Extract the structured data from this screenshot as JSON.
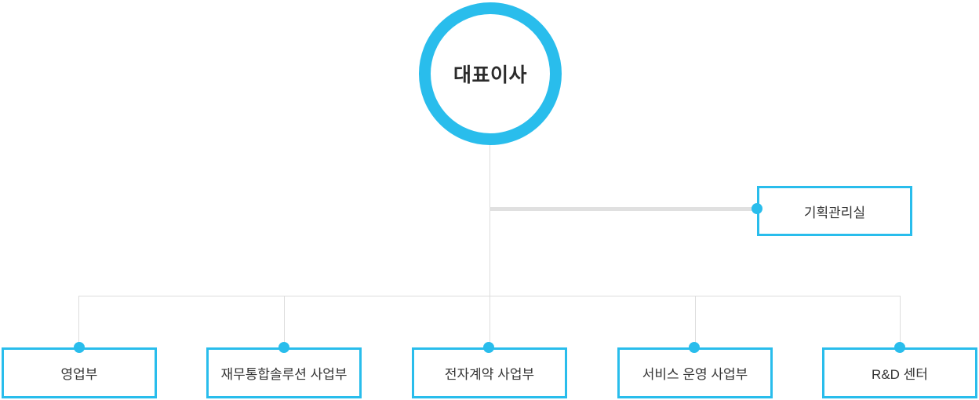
{
  "org_chart": {
    "root": {
      "label": "대표이사"
    },
    "staff": {
      "label": "기획관리실"
    },
    "departments": [
      {
        "label": "영업부"
      },
      {
        "label": "재무통합솔루션 사업부"
      },
      {
        "label": "전자계약 사업부"
      },
      {
        "label": "서비스 운영 사업부"
      },
      {
        "label": "R&D 센터"
      }
    ],
    "colors": {
      "accent": "#29bdec",
      "line_thin": "#dcdcdc",
      "line_thick": "#e0e0e0",
      "text": "#333333"
    }
  }
}
